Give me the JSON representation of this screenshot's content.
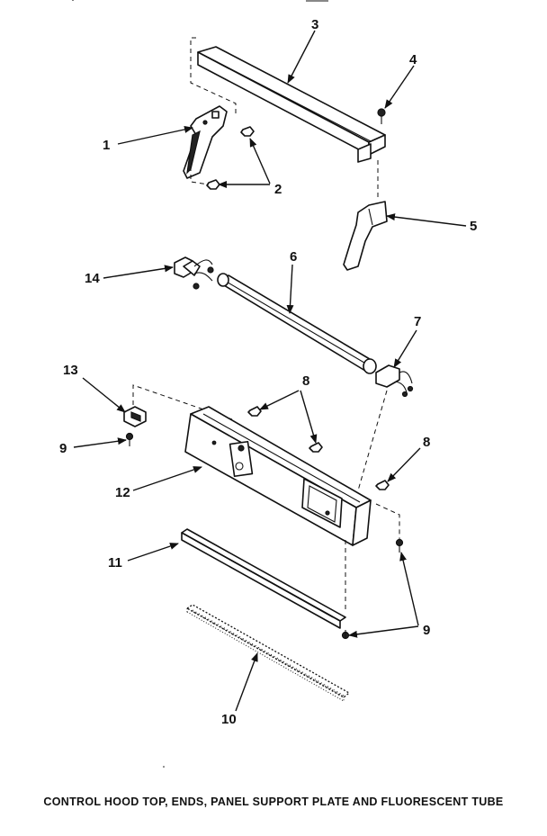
{
  "caption": "CONTROL HOOD TOP, ENDS, PANEL SUPPORT PLATE AND FLUORESCENT TUBE",
  "callouts": {
    "c1": "1",
    "c2": "2",
    "c3": "3",
    "c4": "4",
    "c5": "5",
    "c6": "6",
    "c7": "7",
    "c8a": "8",
    "c8b": "8",
    "c9a": "9",
    "c9b": "9",
    "c10": "10",
    "c11": "11",
    "c12": "12",
    "c13": "13",
    "c14": "14"
  }
}
